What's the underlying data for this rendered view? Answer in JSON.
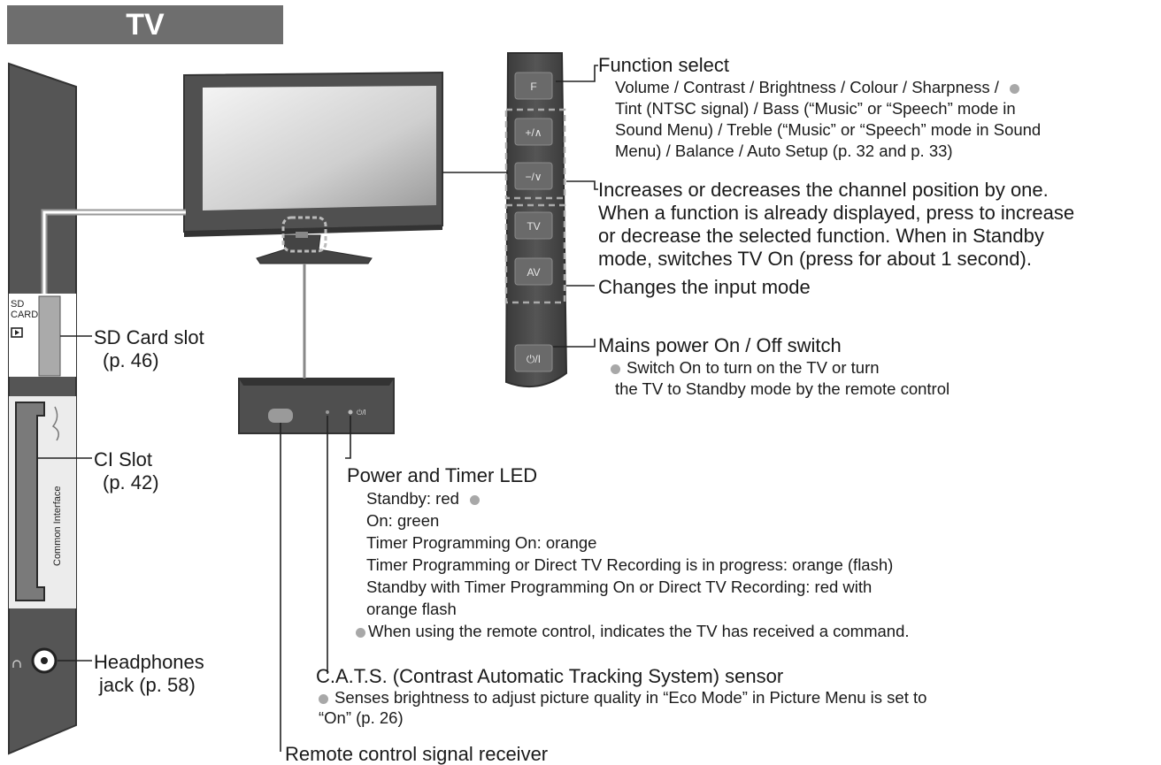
{
  "header": {
    "title": "TV"
  },
  "side_panel": {
    "sd_card_label_1": "SD",
    "sd_card_label_2": "CARD",
    "common_interface_text": "Common Interface"
  },
  "control_panel": {
    "buttons": [
      "F",
      "+/∧",
      "−/∨",
      "TV",
      "AV",
      "⏻/I"
    ]
  },
  "sensor_box": {
    "power_mark": "⏻/I"
  },
  "callouts": {
    "function_select": {
      "title": "Function select",
      "lines": [
        "Volume / Contrast / Brightness / Colour / Sharpness /",
        "Tint (NTSC signal) / Bass (“Music” or “Speech” mode in",
        "Sound Menu) / Treble (“Music” or “Speech” mode in Sound",
        "Menu) / Balance / Auto Setup (p. 32 and p. 33)"
      ]
    },
    "channel": {
      "lines": [
        "Increases or decreases the channel position by one.",
        "When a function is already displayed, press to increase",
        "or decrease the selected function. When in Standby",
        "mode, switches TV On (press for about 1 second)."
      ]
    },
    "input_mode": {
      "title": "Changes the input mode"
    },
    "mains_power": {
      "title": "Mains power On / Off switch",
      "lines": [
        "Switch On to turn on the TV or turn",
        "the TV to Standby mode by the remote control"
      ]
    },
    "sd_slot": {
      "title": "SD Card slot",
      "page": "(p. 46)"
    },
    "ci_slot": {
      "title": "CI Slot",
      "page": "(p. 42)"
    },
    "headphones": {
      "title": "Headphones",
      "page": "jack (p. 58)"
    },
    "power_led": {
      "title": "Power and Timer LED",
      "lines": [
        "Standby: red",
        "On: green",
        "Timer Programming On: orange",
        "Timer Programming or Direct TV Recording is in progress: orange (flash)",
        "Standby with Timer Programming On or Direct TV Recording: red with",
        "orange flash"
      ],
      "note": "When using the remote control, indicates the TV has received a command."
    },
    "cats": {
      "title": "C.A.T.S. (Contrast Automatic Tracking System) sensor",
      "lines": [
        "Senses brightness to adjust picture quality in “Eco Mode” in Picture Menu is set to",
        "“On” (p. 26)"
      ]
    },
    "remote_receiver": {
      "title": "Remote control signal receiver"
    }
  }
}
